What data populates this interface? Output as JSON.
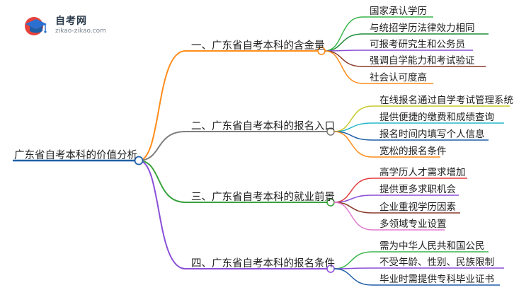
{
  "logo": {
    "name": "自考网",
    "url": "zikao-zikao.com",
    "icon": "graduation-cap-icon"
  },
  "root": {
    "label": "广东省自考本科的价值分析",
    "color": "#1f5fa8"
  },
  "branches": [
    {
      "label": "一、广东省自考本科的含金量",
      "color": "#ff8c1a",
      "leaves": [
        {
          "label": "国家承认学历",
          "color": "#39b54a"
        },
        {
          "label": "与统招学历法律效力相同",
          "color": "#1e8c3a"
        },
        {
          "label": "可报考研究生和公务员",
          "color": "#8a4fd8"
        },
        {
          "label": "强调自学能力和考试验证",
          "color": "#8b3a2a"
        },
        {
          "label": "社会认可度高",
          "color": "#ff8c1a"
        }
      ]
    },
    {
      "label": "二、广东省自考本科的报名入口",
      "color": "#7f7f7f",
      "leaves": [
        {
          "label": "在线报名通过自学考试管理系统",
          "color": "#c7c92a"
        },
        {
          "label": "提供便捷的缴费和成绩查询",
          "color": "#27b8c9"
        },
        {
          "label": "报名时间内填写个人信息",
          "color": "#1f5fa8"
        },
        {
          "label": "宽松的报名条件",
          "color": "#ff8c1a"
        }
      ]
    },
    {
      "label": "三、广东省自考本科的就业前景",
      "color": "#39a33e",
      "leaves": [
        {
          "label": "高学历人才需求增加",
          "color": "#e23b3b"
        },
        {
          "label": "提供更多求职机会",
          "color": "#8a4fd8"
        },
        {
          "label": "企业重视学历因素",
          "color": "#8b3a2a"
        },
        {
          "label": "多领域专业设置",
          "color": "#e07ad0"
        }
      ]
    },
    {
      "label": "四、广东省自考本科的报名条件",
      "color": "#8a4fd8",
      "leaves": [
        {
          "label": "需为中华人民共和国公民",
          "color": "#39b54a"
        },
        {
          "label": "不受年龄、性别、民族限制",
          "color": "#8a4fd8"
        },
        {
          "label": "毕业时需提供专科毕业证书",
          "color": "#1f5fa8"
        }
      ]
    }
  ]
}
